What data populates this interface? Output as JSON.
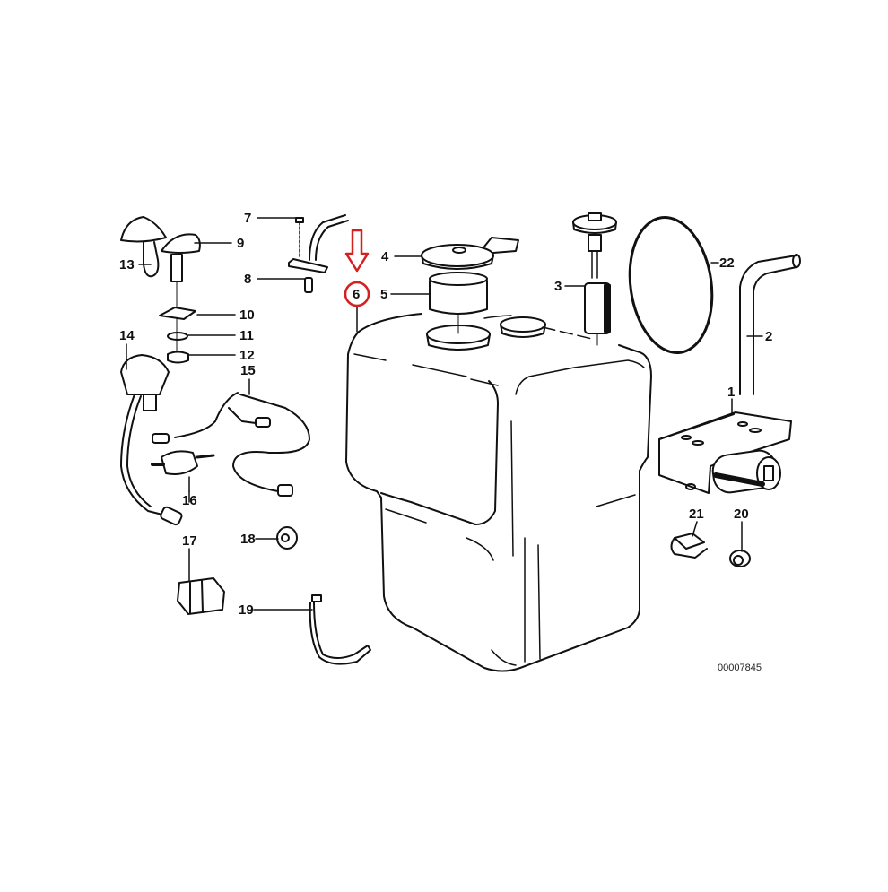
{
  "diagram": {
    "type": "exploded parts diagram",
    "subject": "Windshield washer fluid reservoir assembly",
    "drawing_number": "00007845",
    "highlight": {
      "part": "6",
      "marker": "red-circle-and-arrow",
      "color": "#d42020"
    },
    "parts": [
      {
        "number": "1",
        "description": "washer pump bracket with pump motor"
      },
      {
        "number": "2",
        "description": "hose"
      },
      {
        "number": "3",
        "description": "level sensor / float"
      },
      {
        "number": "4",
        "description": "filler cap"
      },
      {
        "number": "5",
        "description": "filler neck"
      },
      {
        "number": "6",
        "description": "washer fluid reservoir"
      },
      {
        "number": "7",
        "description": "screw"
      },
      {
        "number": "8",
        "description": "bracket with line"
      },
      {
        "number": "9",
        "description": "washer nozzle"
      },
      {
        "number": "10",
        "description": "gasket"
      },
      {
        "number": "11",
        "description": "washer"
      },
      {
        "number": "12",
        "description": "nut"
      },
      {
        "number": "13",
        "description": "washer nozzle"
      },
      {
        "number": "14",
        "description": "heated nozzle"
      },
      {
        "number": "15",
        "description": "wiring harness"
      },
      {
        "number": "16",
        "description": "check valve"
      },
      {
        "number": "17",
        "description": "hose clip"
      },
      {
        "number": "18",
        "description": "grommet"
      },
      {
        "number": "19",
        "description": "cable tie"
      },
      {
        "number": "20",
        "description": "clamp"
      },
      {
        "number": "21",
        "description": "clip"
      },
      {
        "number": "22",
        "description": "o-ring"
      }
    ],
    "labels": {
      "l1": "1",
      "l2": "2",
      "l3": "3",
      "l4": "4",
      "l5": "5",
      "l6": "6",
      "l7": "7",
      "l8": "8",
      "l9": "9",
      "l10": "10",
      "l11": "11",
      "l12": "12",
      "l13": "13",
      "l14": "14",
      "l15": "15",
      "l16": "16",
      "l17": "17",
      "l18": "18",
      "l19": "19",
      "l20": "20",
      "l21": "21",
      "l22": "22"
    }
  }
}
